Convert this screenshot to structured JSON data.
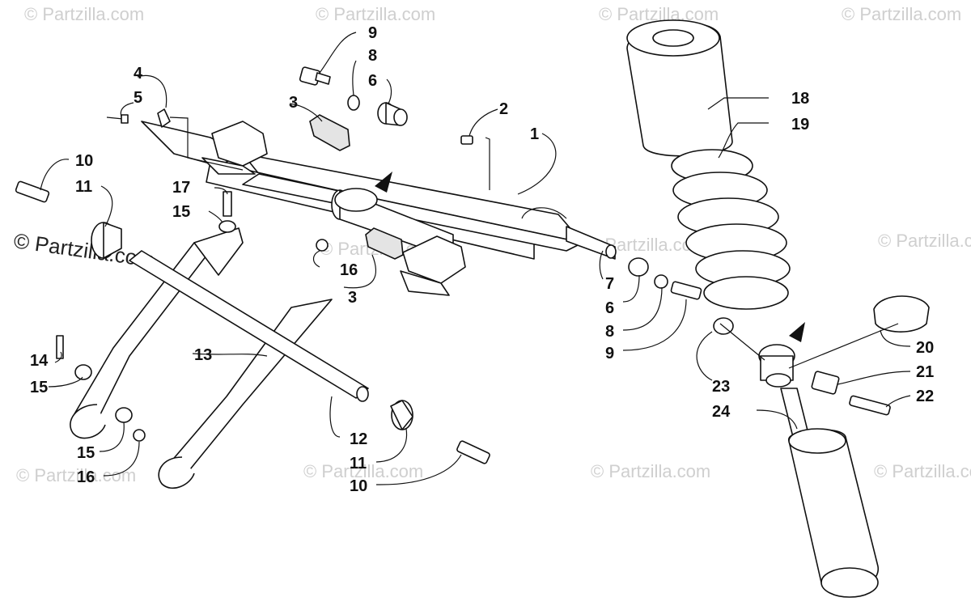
{
  "watermarks": {
    "main": "© Partzilla.com",
    "faint": "© Partzilla.com"
  },
  "callouts": {
    "c1": "1",
    "c2": "2",
    "c3a": "3",
    "c3b": "3",
    "c4": "4",
    "c5": "5",
    "c6a": "6",
    "c6b": "6",
    "c7": "7",
    "c8a": "8",
    "c8b": "8",
    "c9a": "9",
    "c9b": "9",
    "c10a": "10",
    "c10b": "10",
    "c11a": "11",
    "c11b": "11",
    "c12": "12",
    "c13": "13",
    "c14": "14",
    "c15a": "15",
    "c15b": "15",
    "c15c": "15",
    "c16a": "16",
    "c16b": "16",
    "c17": "17",
    "c18": "18",
    "c19": "19",
    "c20": "20",
    "c21": "21",
    "c22": "22",
    "c23": "23",
    "c24": "24"
  },
  "colors": {
    "line": "#111111",
    "background": "#ffffff",
    "watermark": "#cfcfcf"
  }
}
